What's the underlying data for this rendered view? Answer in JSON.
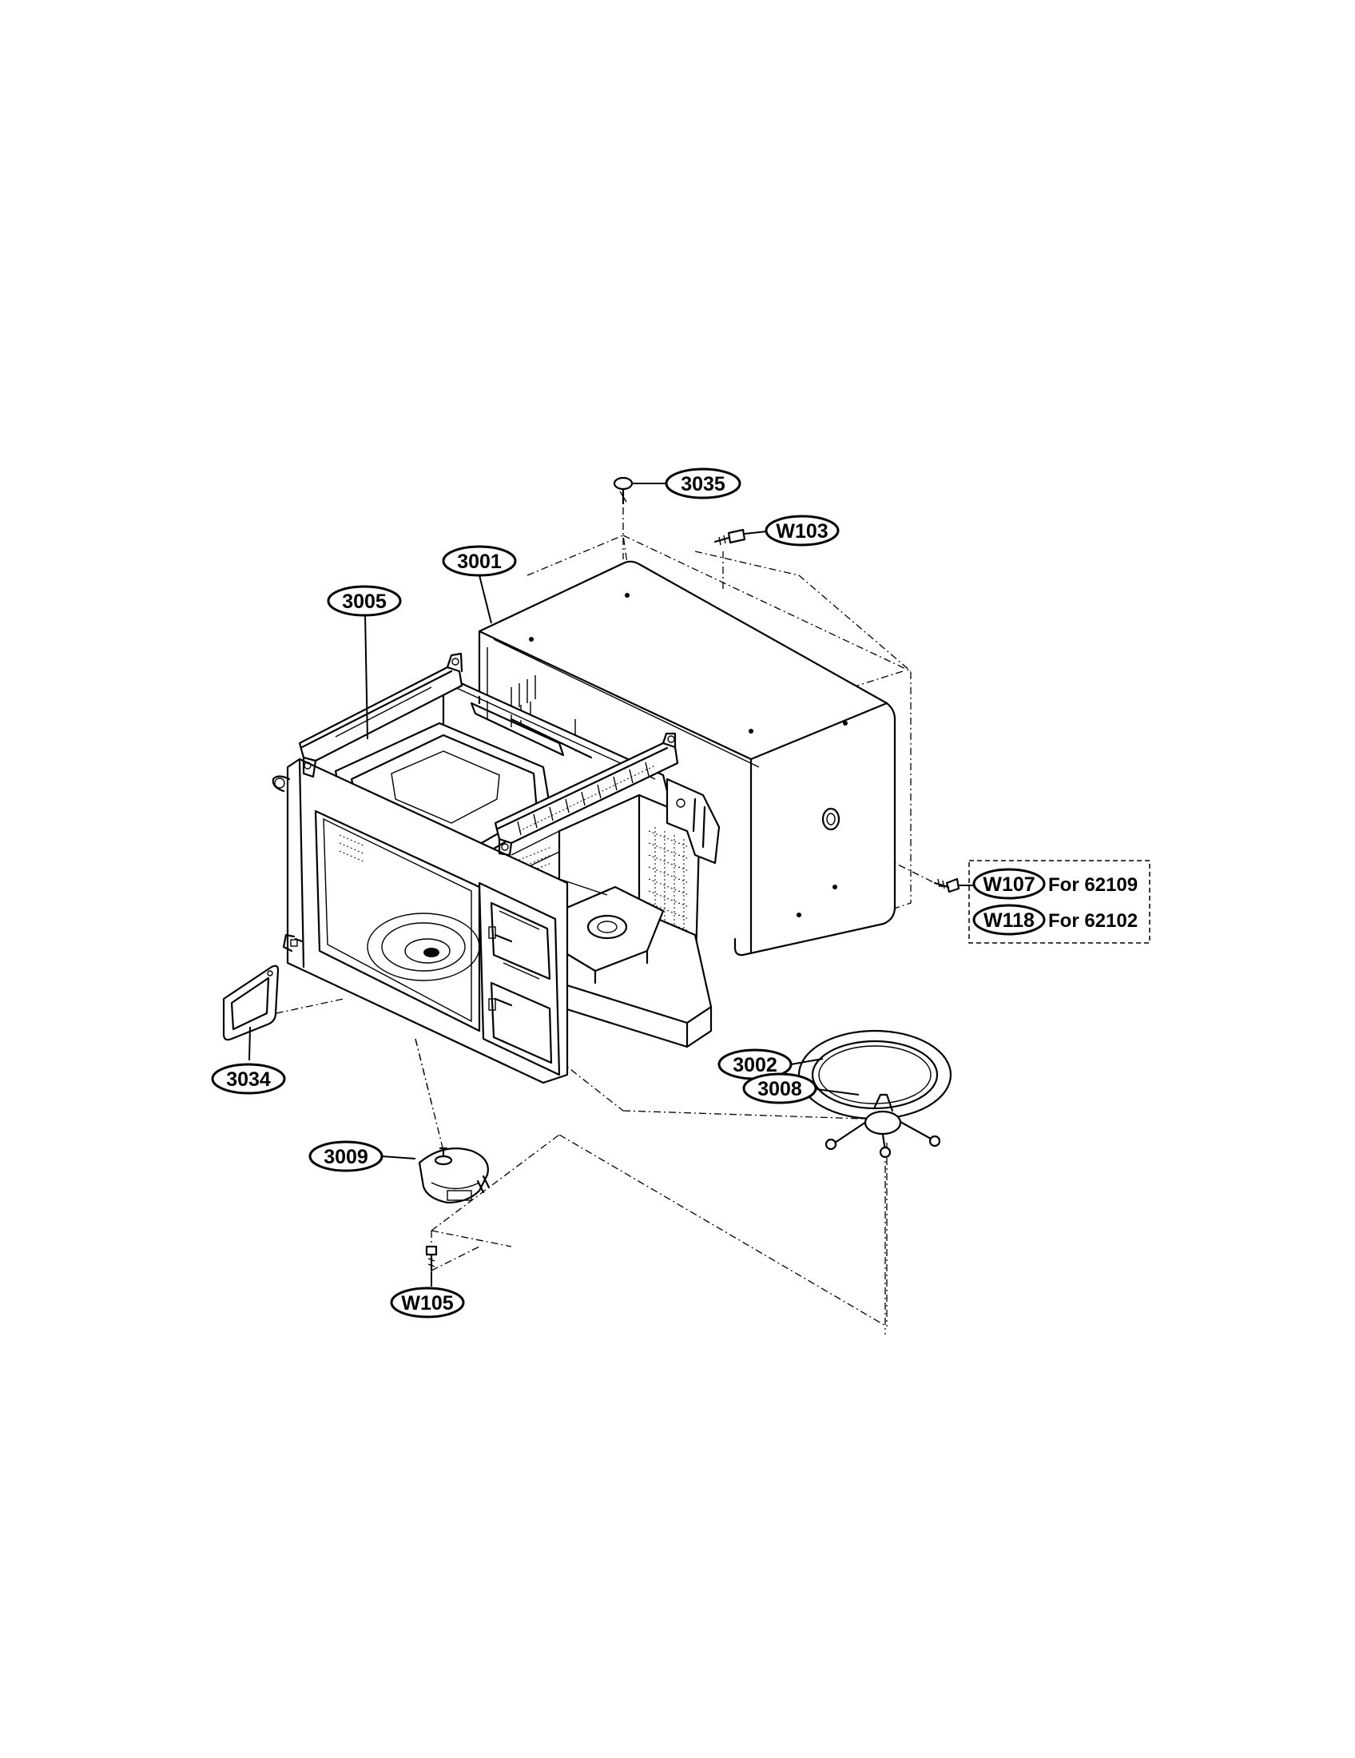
{
  "callouts": {
    "c3035": "3035",
    "cW103": "W103",
    "c3001": "3001",
    "c3005": "3005",
    "cW107": "W107",
    "cW118": "W118",
    "c3002": "3002",
    "c3008": "3008",
    "c3034": "3034",
    "c3009": "3009",
    "cW105": "W105"
  },
  "notes": {
    "w107_note": "For 62109",
    "w118_note": "For 62102"
  }
}
